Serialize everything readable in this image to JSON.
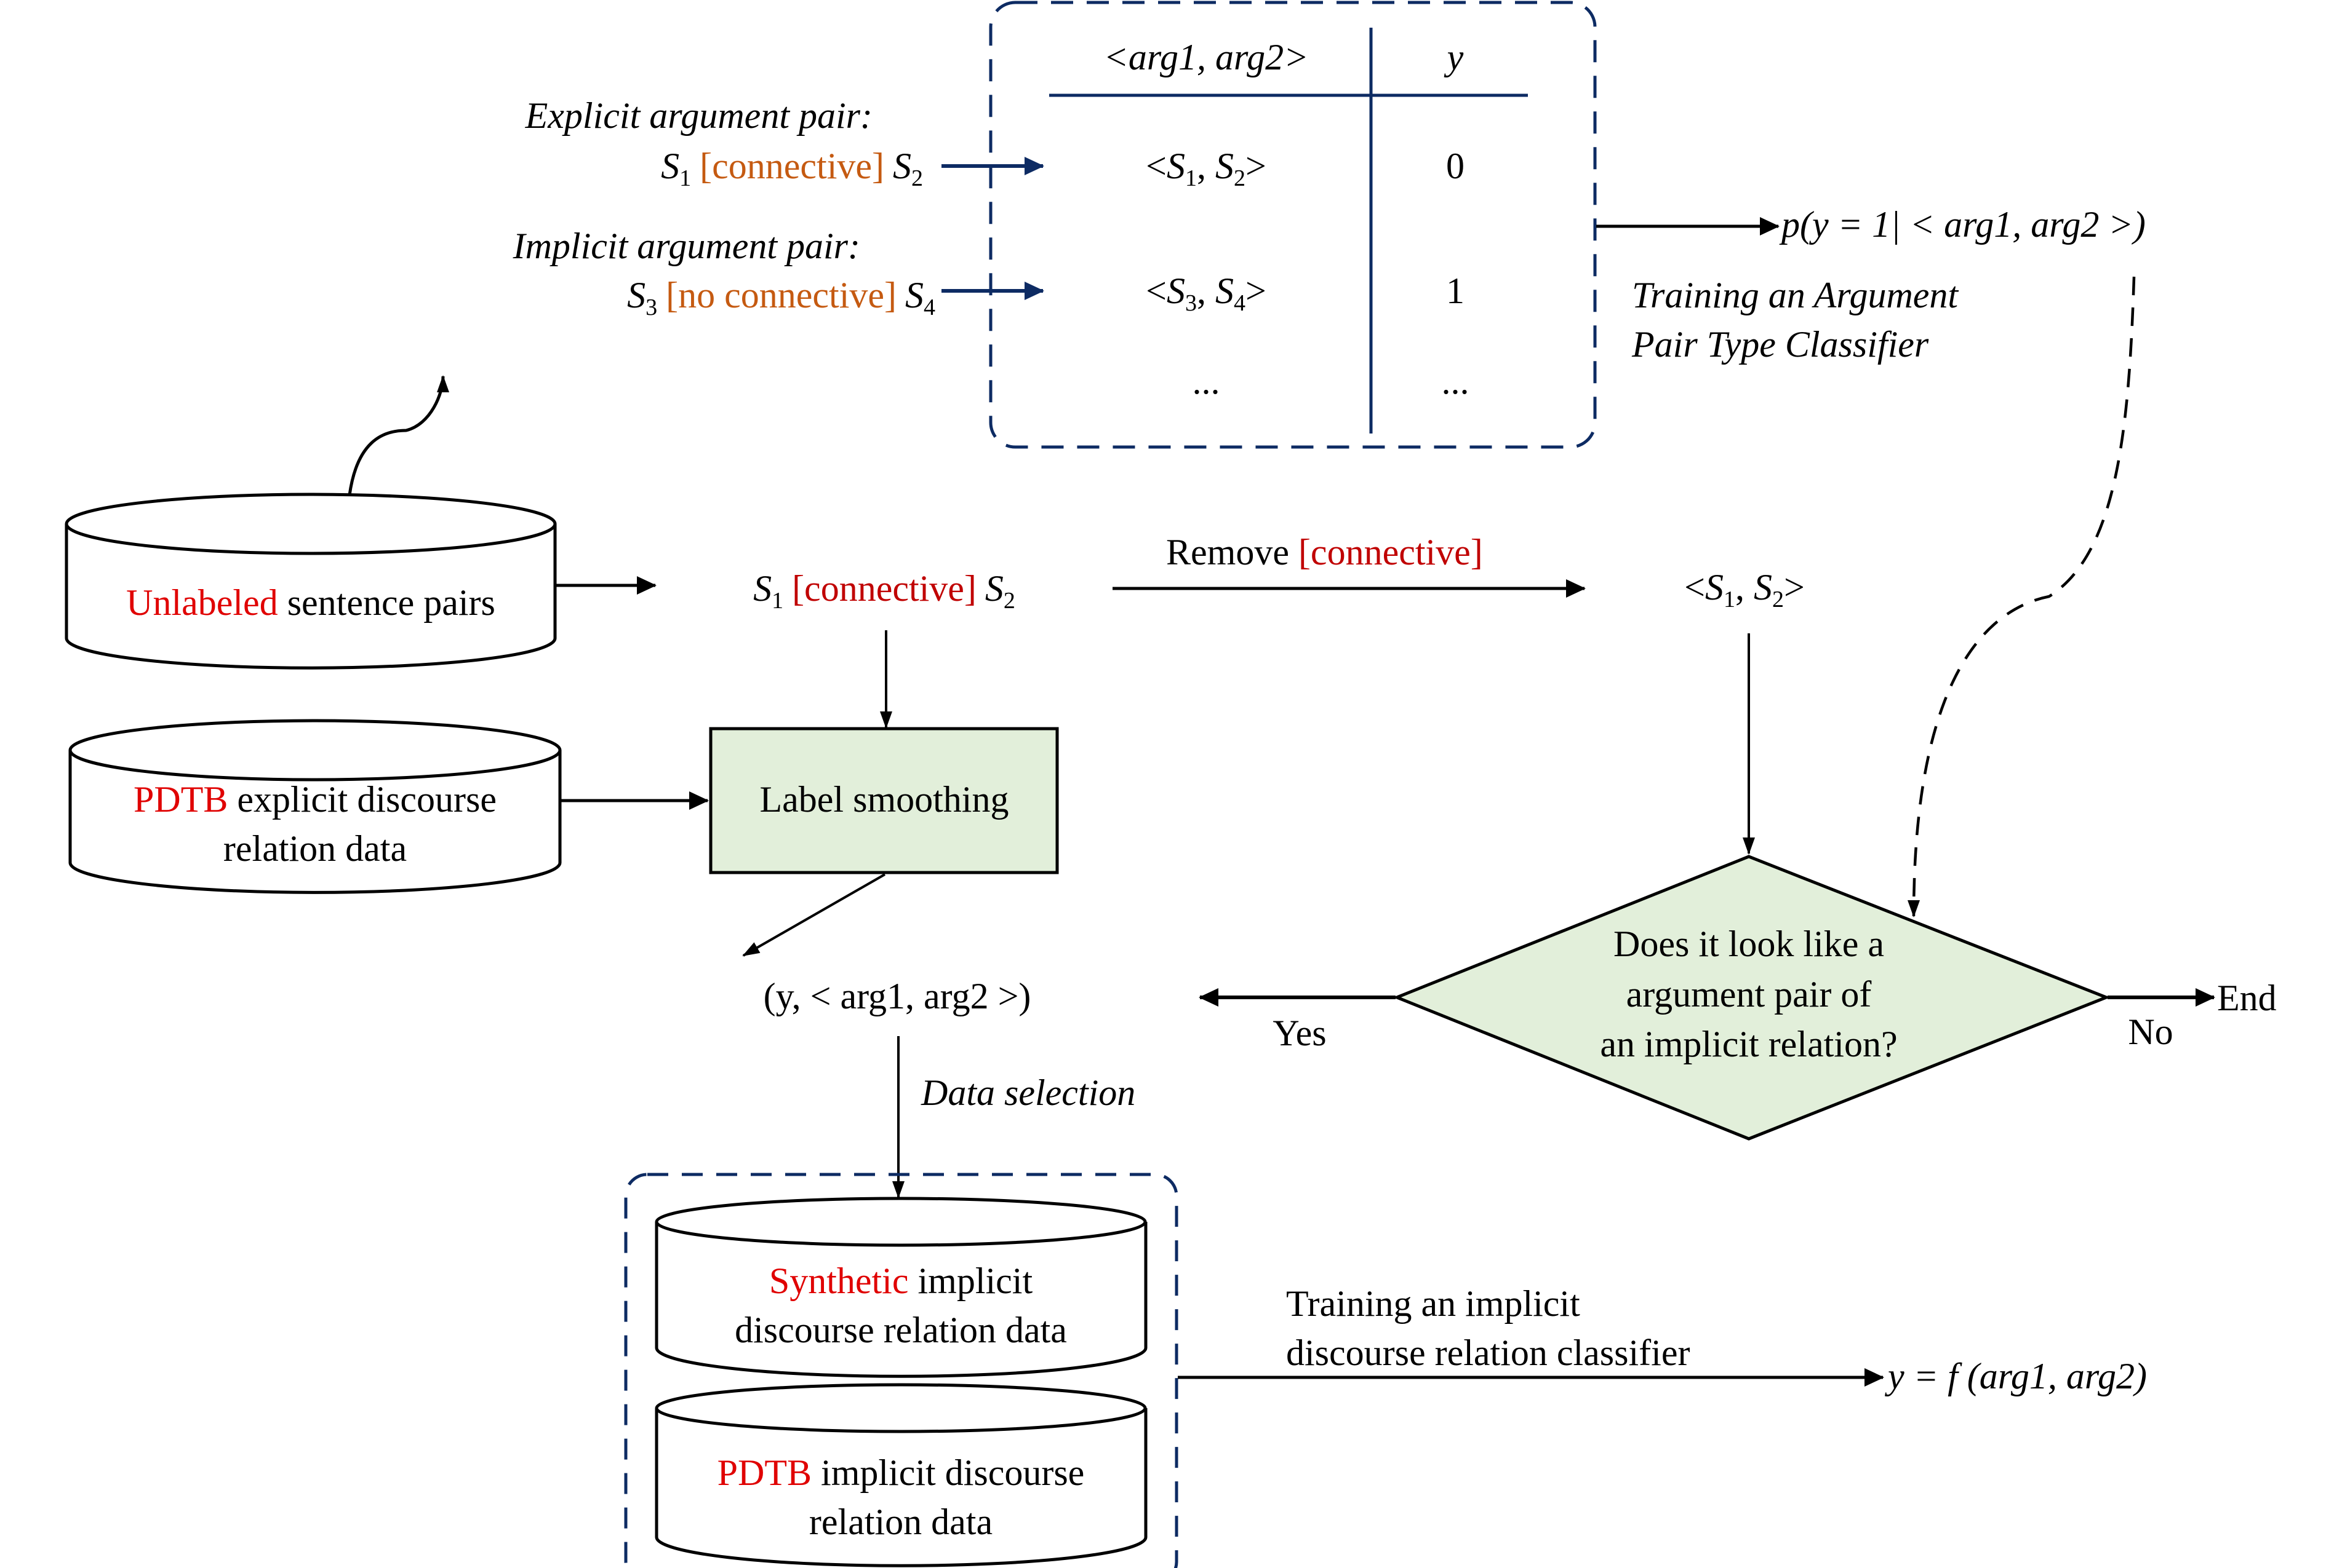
{
  "colors": {
    "navy": "#0d2b63",
    "orange": "#c55a11",
    "red": "#e00000",
    "darkred": "#c00000",
    "green_fill": "#e2efda",
    "ink": "#000000"
  },
  "top_left": {
    "explicit_title": "Explicit argument pair:",
    "explicit_s_left": "S",
    "explicit_s_left_sub": "1",
    "explicit_connective": "[connective]",
    "explicit_s_right": "S",
    "explicit_s_right_sub": "2",
    "implicit_title": "Implicit argument pair:",
    "implicit_s_left": "S",
    "implicit_s_left_sub": "3",
    "implicit_connective": "[no connective]",
    "implicit_s_right": "S",
    "implicit_s_right_sub": "4"
  },
  "table": {
    "headers": [
      "<arg1, arg2>",
      "y"
    ],
    "rows": [
      {
        "pair_a": "S",
        "pair_a_sub": "1",
        "pair_b": "S",
        "pair_b_sub": "2",
        "y": "0"
      },
      {
        "pair_a": "S",
        "pair_a_sub": "3",
        "pair_b": "S",
        "pair_b_sub": "4",
        "y": "1"
      },
      {
        "ellipsis_pair": "...",
        "y": "..."
      }
    ]
  },
  "classifier": {
    "output": "p(y = 1| < arg1, arg2 >)",
    "caption_line1": "Training an Argument",
    "caption_line2": "Pair Type Classifier"
  },
  "databases": {
    "unlabeled": {
      "highlight": "Unlabeled",
      "rest": " sentence pairs"
    },
    "pdtb_explicit": {
      "highlight": "PDTB",
      "rest_line1": " explicit discourse",
      "line2": "relation data"
    },
    "synthetic": {
      "highlight": "Synthetic",
      "rest_line1": " implicit",
      "line2": "discourse relation data"
    },
    "pdtb_implicit": {
      "highlight": "PDTB",
      "rest_line1": " implicit discourse",
      "line2": "relation data"
    }
  },
  "middle": {
    "s_left": "S",
    "s_left_sub": "1",
    "connective": "[connective]",
    "s_right": "S",
    "s_right_sub": "2",
    "remove_label": "Remove ",
    "remove_connective": "[connective]",
    "pair_text": "<S1, S2>"
  },
  "label_smoothing": "Label smoothing",
  "tuple": "(y, < arg1, arg2 >)",
  "data_selection": "Data selection",
  "decision": {
    "line1": "Does it look like a",
    "line2": "argument pair of",
    "line3": "an implicit relation?",
    "yes": "Yes",
    "no": "No",
    "end": "End"
  },
  "final": {
    "caption_line1": "Training an implicit",
    "caption_line2": "discourse relation classifier",
    "output": "y = f (arg1, arg2)"
  }
}
